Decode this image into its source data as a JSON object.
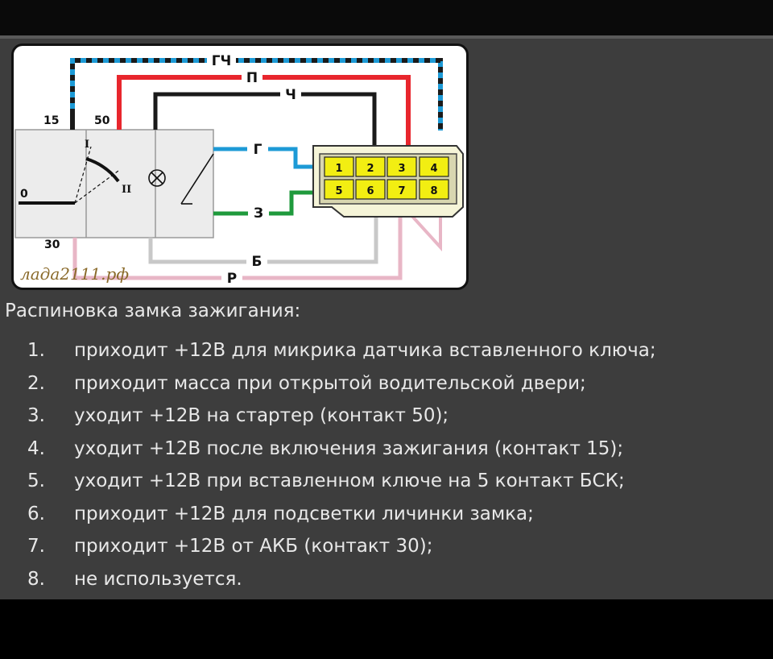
{
  "diagram": {
    "terminals": {
      "t15": "15",
      "t50": "50",
      "t0": "0",
      "t30": "30",
      "posI": "I",
      "posII": "II"
    },
    "wires": {
      "gch": "ГЧ",
      "p": "П",
      "ch": "Ч",
      "g": "Г",
      "z": "З",
      "b": "Б",
      "r": "Р"
    },
    "pins": [
      "1",
      "2",
      "3",
      "4",
      "5",
      "6",
      "7",
      "8"
    ],
    "watermark": "лада2111.рф",
    "colors": {
      "blue": "#1d9ad6",
      "red": "#e8262d",
      "black": "#1a1a1a",
      "green": "#1f9a3c",
      "pink": "#e8b6c6",
      "gray": "#c8c8c8",
      "yellow": "#f2ee12"
    }
  },
  "heading": "Распиновка замка зажигания:",
  "items": [
    {
      "num": "1.",
      "text": "приходит +12В для микрика датчика вставленного ключа;"
    },
    {
      "num": "2.",
      "text": "приходит масса при открытой водительской двери;"
    },
    {
      "num": "3.",
      "text": "уходит +12В на стартер (контакт 50);"
    },
    {
      "num": "4.",
      "text": "уходит +12В после включения зажигания (контакт 15);"
    },
    {
      "num": "5.",
      "text": "уходит +12В при вставленном ключе на 5 контакт БСК;"
    },
    {
      "num": "6.",
      "text": "приходит +12В для подсветки личинки замка;"
    },
    {
      "num": "7.",
      "text": "приходит +12В от АКБ (контакт 30);"
    },
    {
      "num": "8.",
      "text": "не используется."
    }
  ]
}
